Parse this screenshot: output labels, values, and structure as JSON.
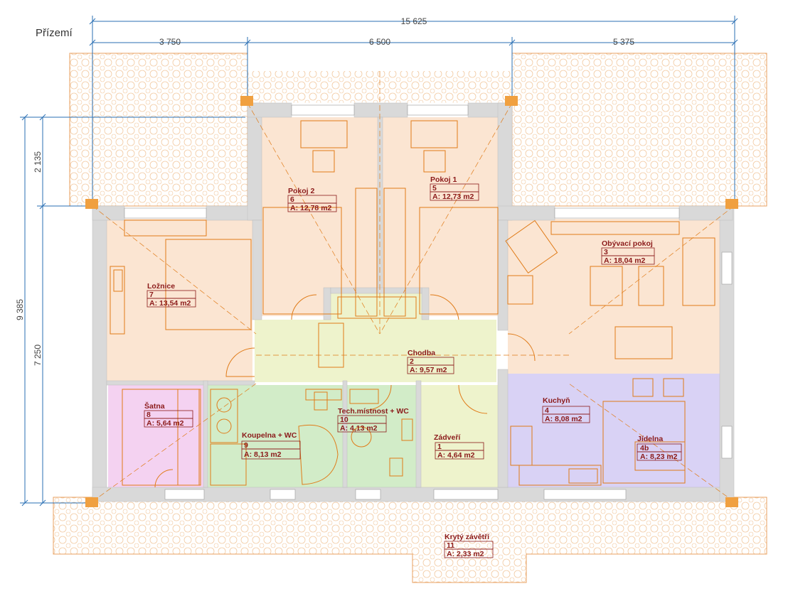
{
  "floor_title": "Přízemí",
  "dimensions": {
    "total_width": "15 625",
    "segment_left": "3 750",
    "segment_mid": "6 500",
    "segment_right": "5 375",
    "total_depth": "9 385",
    "depth_upper": "2 135",
    "depth_lower": "7 250"
  },
  "rooms": [
    {
      "name": "Pokoj 2",
      "number": "6",
      "area": "A: 12,78 m2"
    },
    {
      "name": "Pokoj 1",
      "number": "5",
      "area": "A: 12,73 m2"
    },
    {
      "name": "Obývací pokoj",
      "number": "3",
      "area": "A: 18,04 m2"
    },
    {
      "name": "Ložnice",
      "number": "7",
      "area": "A: 13,54 m2"
    },
    {
      "name": "Chodba",
      "number": "2",
      "area": "A: 9,57 m2"
    },
    {
      "name": "Šatna",
      "number": "8",
      "area": "A: 5,64 m2"
    },
    {
      "name": "Kuchyň",
      "number": "4",
      "area": "A: 8,08 m2"
    },
    {
      "name": "Tech.místnost + WC",
      "number": "10",
      "area": "A: 4,13 m2"
    },
    {
      "name": "Koupelna +  WC",
      "number": "9",
      "area": "A: 8,13 m2"
    },
    {
      "name": "Zádveří",
      "number": "1",
      "area": "A: 4,64 m2"
    },
    {
      "name": "Jídelna",
      "number": "4b",
      "area": "A: 8,23 m2"
    },
    {
      "name": "Krytý závětří",
      "number": "11",
      "area": "A: 2,33 m2"
    }
  ],
  "colors": {
    "wall": "#d9d9d9",
    "line": "#e07b18",
    "bedroom": "#fbe5d2",
    "corridor": "#eef3cc",
    "bathroom": "#d2ecc8",
    "closet": "#f4d2f1",
    "kitchen": "#d9d2f5",
    "label": "#8b1a1a",
    "dimension": "#2a6fb3"
  }
}
